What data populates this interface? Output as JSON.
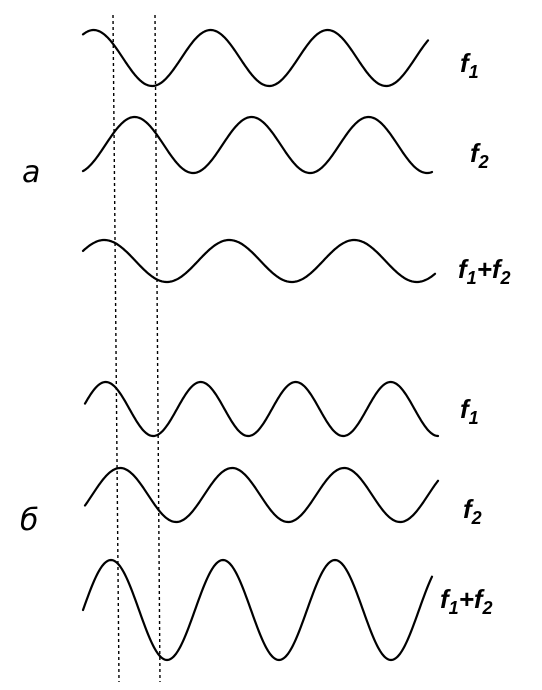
{
  "panels": [
    {
      "label": "а",
      "waves": [
        {
          "base": "f",
          "sub": "1"
        },
        {
          "base": "f",
          "sub": "2"
        },
        {
          "base": "f",
          "sub": "1",
          "plus": "+",
          "base2": "f",
          "sub2": "2"
        }
      ]
    },
    {
      "label": "б",
      "waves": [
        {
          "base": "f",
          "sub": "1"
        },
        {
          "base": "f",
          "sub": "2"
        },
        {
          "base": "f",
          "sub": "1",
          "plus": "+",
          "base2": "f",
          "sub2": "2"
        }
      ]
    }
  ],
  "colors": {
    "line": "#000000",
    "background": "#ffffff"
  }
}
